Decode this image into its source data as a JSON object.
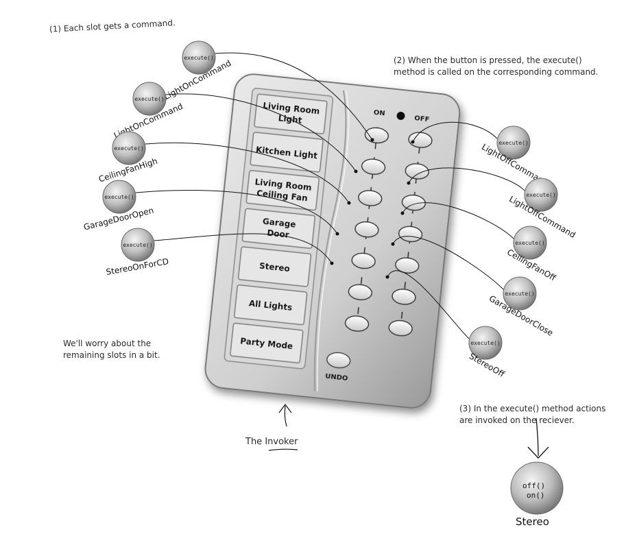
{
  "notes": {
    "step1": "(1) Each slot gets a command.",
    "step2_line1": "(2) When the button is pressed, the execute()",
    "step2_line2": "method is called on the corresponding command.",
    "step3_line1": "(3) In the execute() method actions",
    "step3_line2": "are invoked on the reciever.",
    "remaining_line1": "We'll worry about the",
    "remaining_line2": "remaining slots in a bit.",
    "invoker_prefix": "The ",
    "invoker_word": "Invoker"
  },
  "remote": {
    "on_label": "ON",
    "off_label": "OFF",
    "undo_label": "UNDO",
    "slots": [
      {
        "line1": "Living Room",
        "line2": "Light"
      },
      {
        "line1": "Kitchen Light",
        "line2": ""
      },
      {
        "line1": "Living Room",
        "line2": "Ceiling Fan"
      },
      {
        "line1": "Garage",
        "line2": "Door"
      },
      {
        "line1": "Stereo",
        "line2": ""
      },
      {
        "line1": "All Lights",
        "line2": ""
      },
      {
        "line1": "Party Mode",
        "line2": ""
      }
    ]
  },
  "commands": {
    "method_label": "execute()",
    "on": [
      "LightOnCommand",
      "LightOnCommand",
      "CeilingFanHigh",
      "GarageDoorOpen",
      "StereoOnForCD"
    ],
    "off": [
      "LightOffCommand",
      "LightOffCommand",
      "CeilingFanOff",
      "GarageDoorClose",
      "StereoOff"
    ]
  },
  "receiver": {
    "method1": "off()",
    "method2": "on()",
    "name": "Stereo"
  }
}
